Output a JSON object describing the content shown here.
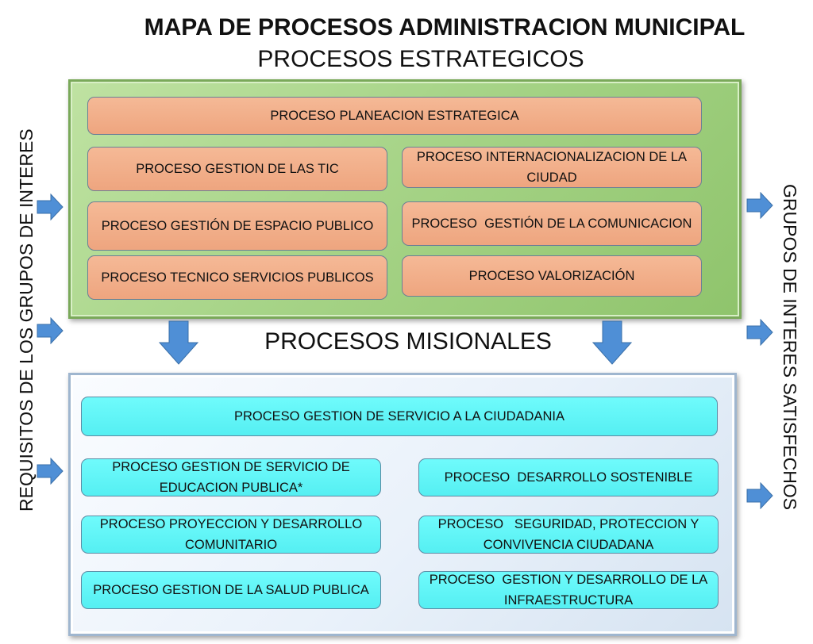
{
  "title": "MAPA DE PROCESOS ADMINISTRACION MUNICIPAL",
  "strategic": {
    "heading": "PROCESOS ESTRATEGICOS",
    "boxes": [
      "PROCESO PLANEACION ESTRATEGICA",
      "PROCESO GESTION DE LAS TIC",
      "PROCESO INTERNACIONALIZACION DE LA CIUDAD",
      "PROCESO GESTIÓN DE ESPACIO PUBLICO",
      "PROCESO  GESTIÓN DE LA COMUNICACION",
      "PROCESO TECNICO SERVICIOS PUBLICOS",
      "PROCESO VALORIZACIÓN"
    ]
  },
  "misional": {
    "heading": "PROCESOS MISIONALES",
    "boxes": [
      "PROCESO GESTION DE SERVICIO A LA CIUDADANIA",
      "PROCESO GESTION DE SERVICIO DE EDUCACION PUBLICA*",
      "PROCESO  DESARROLLO SOSTENIBLE",
      "PROCESO PROYECCION Y DESARROLLO COMUNITARIO",
      "PROCESO   SEGURIDAD, PROTECCION Y CONVIVENCIA CIUDADANA",
      "PROCESO GESTION DE LA SALUD PUBLICA",
      "PROCESO  GESTION Y DESARROLLO DE LA INFRAESTRUCTURA"
    ]
  },
  "left_label": "REQUISITOS DE LOS  GRUPOS DE INTERES",
  "right_label": "GRUPOS DE INTERES SATISFECHOS",
  "colors": {
    "strategic_panel": "#a7d488",
    "strategic_box": "#f0aa84",
    "misional_panel": "#e9f1fa",
    "misional_box": "#60f4f6",
    "arrow": "#4f8fd6"
  },
  "icons": [
    "arrow-right-icon",
    "arrow-down-icon"
  ]
}
